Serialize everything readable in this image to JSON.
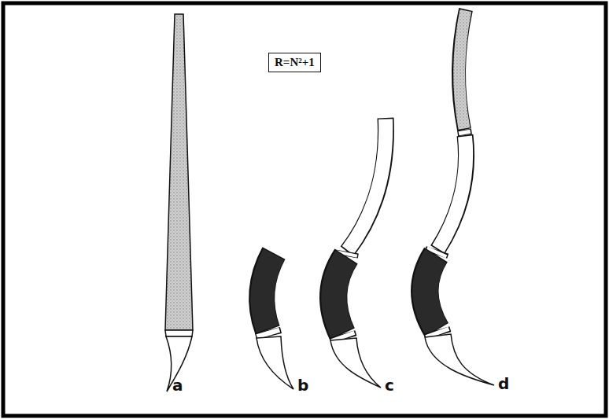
{
  "diagram": {
    "nodes": [
      {
        "text": [
          "R=N²+1"
        ]
      }
    ],
    "labels": [
      "a",
      "b",
      "c",
      "d"
    ]
  }
}
